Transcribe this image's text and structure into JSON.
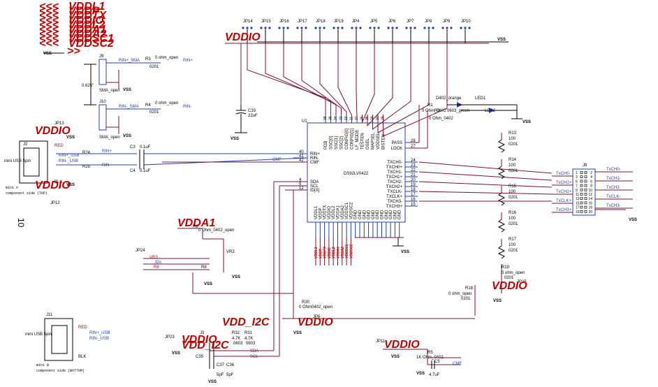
{
  "power_labels": [
    "VDDL1",
    "VDDP",
    "VDDTX",
    "VDDIO",
    "VDDL2",
    "VDDA1",
    "VDDA2",
    "VDDSC1",
    "VDDSC2"
  ],
  "vss": "VSS",
  "vddio": "VDDIO",
  "vdda1": "VDDA1",
  "vdd_i2c": "VDD_I2C",
  "page_number": "10",
  "jumpers_top": [
    "JP14",
    "JP15",
    "JP16",
    "JP17",
    "JP18",
    "JP19",
    "JP4",
    "JP5",
    "JP6",
    "JP7",
    "JP8",
    "JP9",
    "JP10"
  ],
  "u1": {
    "ref": "U1",
    "part": "DS92LV0422",
    "left_pins": [
      {
        "num": "40",
        "name": "RIN+"
      },
      {
        "num": "41",
        "name": "RIN-"
      },
      {
        "num": "42",
        "name": "CMF"
      },
      {
        "num": "4",
        "name": "SDA"
      },
      {
        "num": "5",
        "name": "SCL"
      },
      {
        "num": "12",
        "name": "ID[X]"
      }
    ],
    "top_pins": [
      "PDB",
      "SSC[0]",
      "SSC[1]",
      "SSC[2]",
      "CONFIG[0]",
      "CONFIG[1]",
      "LF_MODE",
      "TESTEN",
      "OSEL",
      "MAPSEL",
      "VODSEL",
      "BISTEN"
    ],
    "top_pin_nums": [
      "38",
      "39",
      "34",
      "33",
      "10",
      "11",
      "37",
      "36",
      "35",
      "39",
      "30",
      "29"
    ],
    "right_pins": [
      {
        "num": "28",
        "name": "PASS"
      },
      {
        "num": "27",
        "name": "LOCK"
      },
      {
        "num": "24",
        "name": "TXCH0-"
      },
      {
        "num": "23",
        "name": "TXCH0+"
      },
      {
        "num": "22",
        "name": "TXCH1-"
      },
      {
        "num": "21",
        "name": "TXCH1+"
      },
      {
        "num": "20",
        "name": "TXCH2-"
      },
      {
        "num": "19",
        "name": "TXCH2+"
      },
      {
        "num": "18",
        "name": "TXCLK-"
      },
      {
        "num": "17",
        "name": "TXCLK+"
      },
      {
        "num": "16",
        "name": "TXCH3-"
      },
      {
        "num": "15",
        "name": "TXCH3+"
      }
    ],
    "bottom_pins": [
      "VDDL1",
      "VDDP",
      "VDDTX",
      "VDDIO",
      "VDDL2",
      "VDDA1",
      "VDDA2",
      "VDDSC1",
      "VDDSC2",
      "GND",
      "GND",
      "GND",
      "GND",
      "GND",
      "GND",
      "GND",
      "GND",
      "GND",
      "GND",
      "GND"
    ]
  },
  "sma": {
    "j9": "J9",
    "j9_name": "SMA_open",
    "j10": "J10",
    "j10_name": "SMA_open",
    "rinp_sma": "RIN+_SMA",
    "rinm_sma": "RIN-_SMA",
    "r3": "R3",
    "r4": "R4",
    "zero_ohm_open": "0 ohm_open",
    "size0201": "0201",
    "rinp": "RIN+",
    "rinm": "RIN-",
    "dim": "0.625\""
  },
  "usb_top": {
    "j2": "J2",
    "label": "mini USB 5pin",
    "jp13": "JP13",
    "jp12": "JP12",
    "rinp_usb": "RIN+_USB",
    "rinm_usb": "RIN-_USB",
    "red": "RED",
    "blk": "BLK",
    "r24": "R24",
    "r25": "R25",
    "note1": "mini #",
    "note2": "component side (TOP)"
  },
  "usb_bottom": {
    "j11": "J11",
    "label": "mini USB 5pin",
    "note1": "mini B",
    "note2": "component side (BOTTOM)"
  },
  "caps": {
    "c3": "C3",
    "c4": "C4",
    "val": "0.1uF",
    "c33": "C33",
    "c33v": "22uF",
    "cmf": "CMF",
    "c5": "C5",
    "c5v": "4.7uF",
    "c35": "C35",
    "c37": "C37",
    "c36": "C36",
    "pf": "5pF"
  },
  "leds": {
    "d402": "D402_orange",
    "led1": "LED1",
    "d603": "0603_green",
    "led2": "LED2",
    "r1": "R1",
    "r2": "R2",
    "ohm0402": "0 Ohm_0402"
  },
  "res_right": [
    {
      "ref": "R13",
      "val": "100",
      "size": "0201"
    },
    {
      "ref": "R14",
      "val": "100",
      "size": "0201"
    },
    {
      "ref": "R15",
      "val": "100",
      "size": "0201"
    },
    {
      "ref": "R16",
      "val": "100",
      "size": "0201"
    },
    {
      "ref": "R17",
      "val": "100",
      "size": "0201"
    }
  ],
  "r19": {
    "ref": "R19",
    "val": "0 ohm_open",
    "size": "0201"
  },
  "r18": {
    "ref": "R18",
    "val": "0 ohm_open",
    "size": "0201"
  },
  "jp25": "JP25",
  "j8": {
    "ref": "J8",
    "left": [
      "TxCH0-",
      "TxCH1+",
      "TxCH2+",
      "TxCLK+",
      "TxCH3+"
    ],
    "right": [
      "TxCH0-",
      "TxCH1-",
      "TxCH2-",
      "TxCLK-",
      "TxCH3-"
    ],
    "pins_left": [
      "1",
      "3",
      "5",
      "7",
      "9",
      "11",
      "13",
      "15",
      "17",
      "19"
    ],
    "pins_right": [
      "2",
      "4",
      "6",
      "8",
      "10",
      "12",
      "14",
      "16",
      "18",
      "20"
    ]
  },
  "id_circuit": {
    "r9": "R9",
    "r9v": "0 Ohm_0402_open",
    "jp24": "JP24",
    "vr3": "VR3",
    "r8": "R8",
    "idx": "IDx"
  },
  "r30": {
    "ref": "R30",
    "val": "0 Ohm0402_open"
  },
  "jp6": "JP6",
  "i2c": {
    "jp23": "JP23",
    "j3": "J3",
    "r32": "R32",
    "r31": "R31",
    "val": "4.7K",
    "size": "0603",
    "sda": "SDA",
    "scl": "SCL"
  },
  "jp11": "JP11",
  "r5": {
    "ref": "R5",
    "val": "1K Ohm_0402"
  }
}
